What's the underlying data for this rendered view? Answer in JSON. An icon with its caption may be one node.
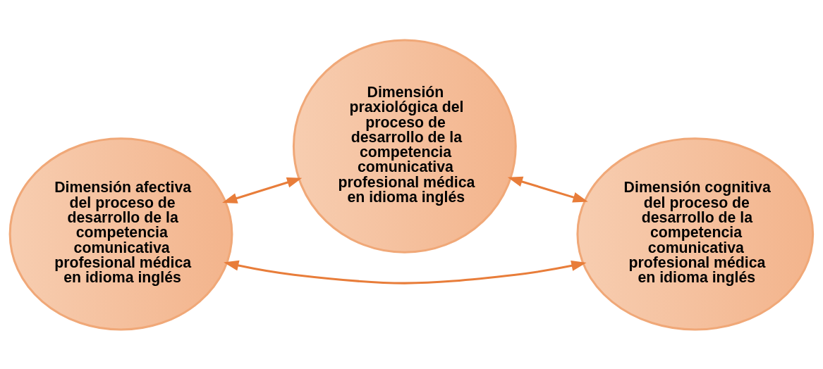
{
  "diagram": {
    "nodes": [
      {
        "text": [
          "Dimensión afectiva del proceso de desarrollo de la competencia comunicativa profesional médica en idioma inglés"
        ]
      },
      {
        "text": [
          "Dimensión praxiológica del proceso de desarrollo de la competencia comunicativa profesional médica en idioma inglés"
        ]
      },
      {
        "text": [
          "Dimensión cognitiva del proceso de desarrollo de la competencia comunicativa profesional médica en idioma inglés"
        ]
      }
    ],
    "edges": [
      {
        "from": 0,
        "to": 2,
        "arrow": "both"
      },
      {
        "from": 0,
        "to": 1,
        "arrow": "both"
      },
      {
        "from": 1,
        "to": 2,
        "arrow": "both"
      }
    ]
  }
}
